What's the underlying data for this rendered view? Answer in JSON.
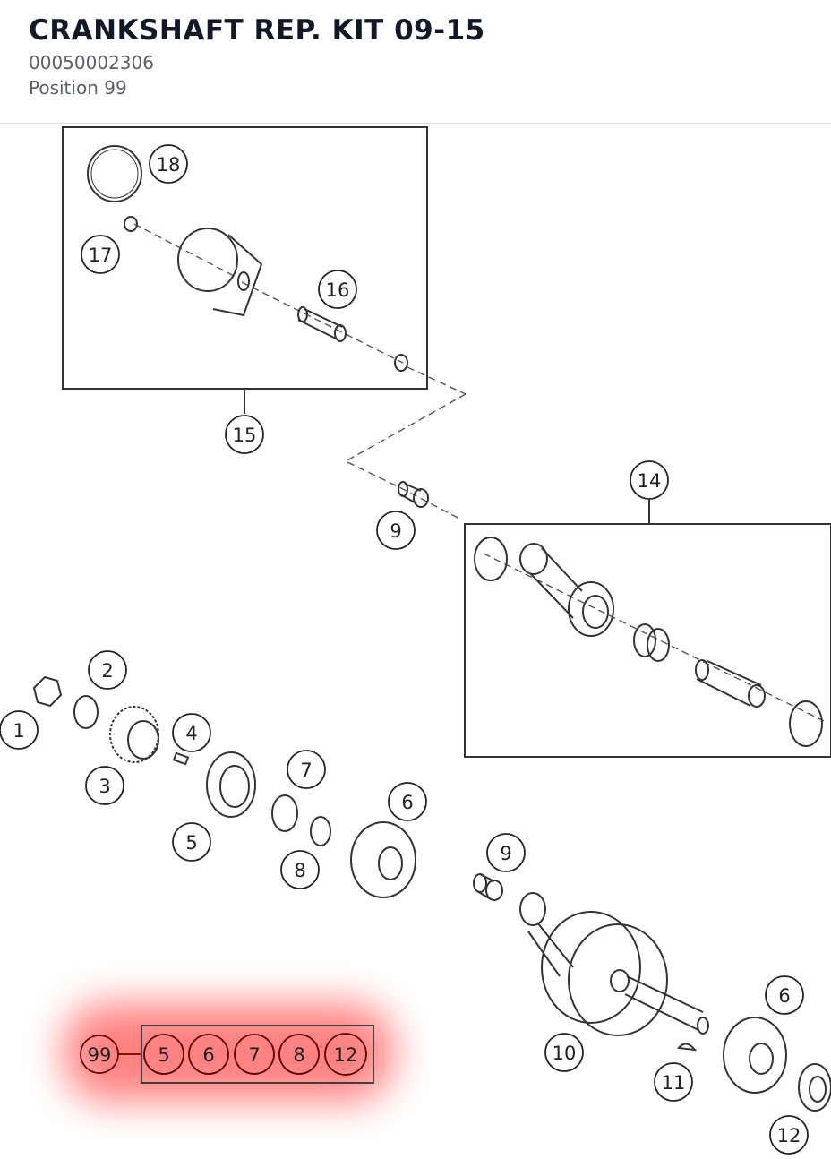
{
  "header": {
    "title": "CRANKSHAFT REP. KIT 09-15",
    "part_number": "00050002306",
    "position": "Position 99"
  },
  "diagram": {
    "callouts": [
      "18",
      "17",
      "16",
      "15",
      "14",
      "9",
      "2",
      "1",
      "3",
      "4",
      "5",
      "7",
      "6",
      "8",
      "9",
      "10",
      "11",
      "6",
      "12"
    ],
    "kit": {
      "label": "99",
      "items": [
        "5",
        "6",
        "7",
        "8",
        "12"
      ],
      "highlight_color": "#ff6b6b"
    }
  }
}
